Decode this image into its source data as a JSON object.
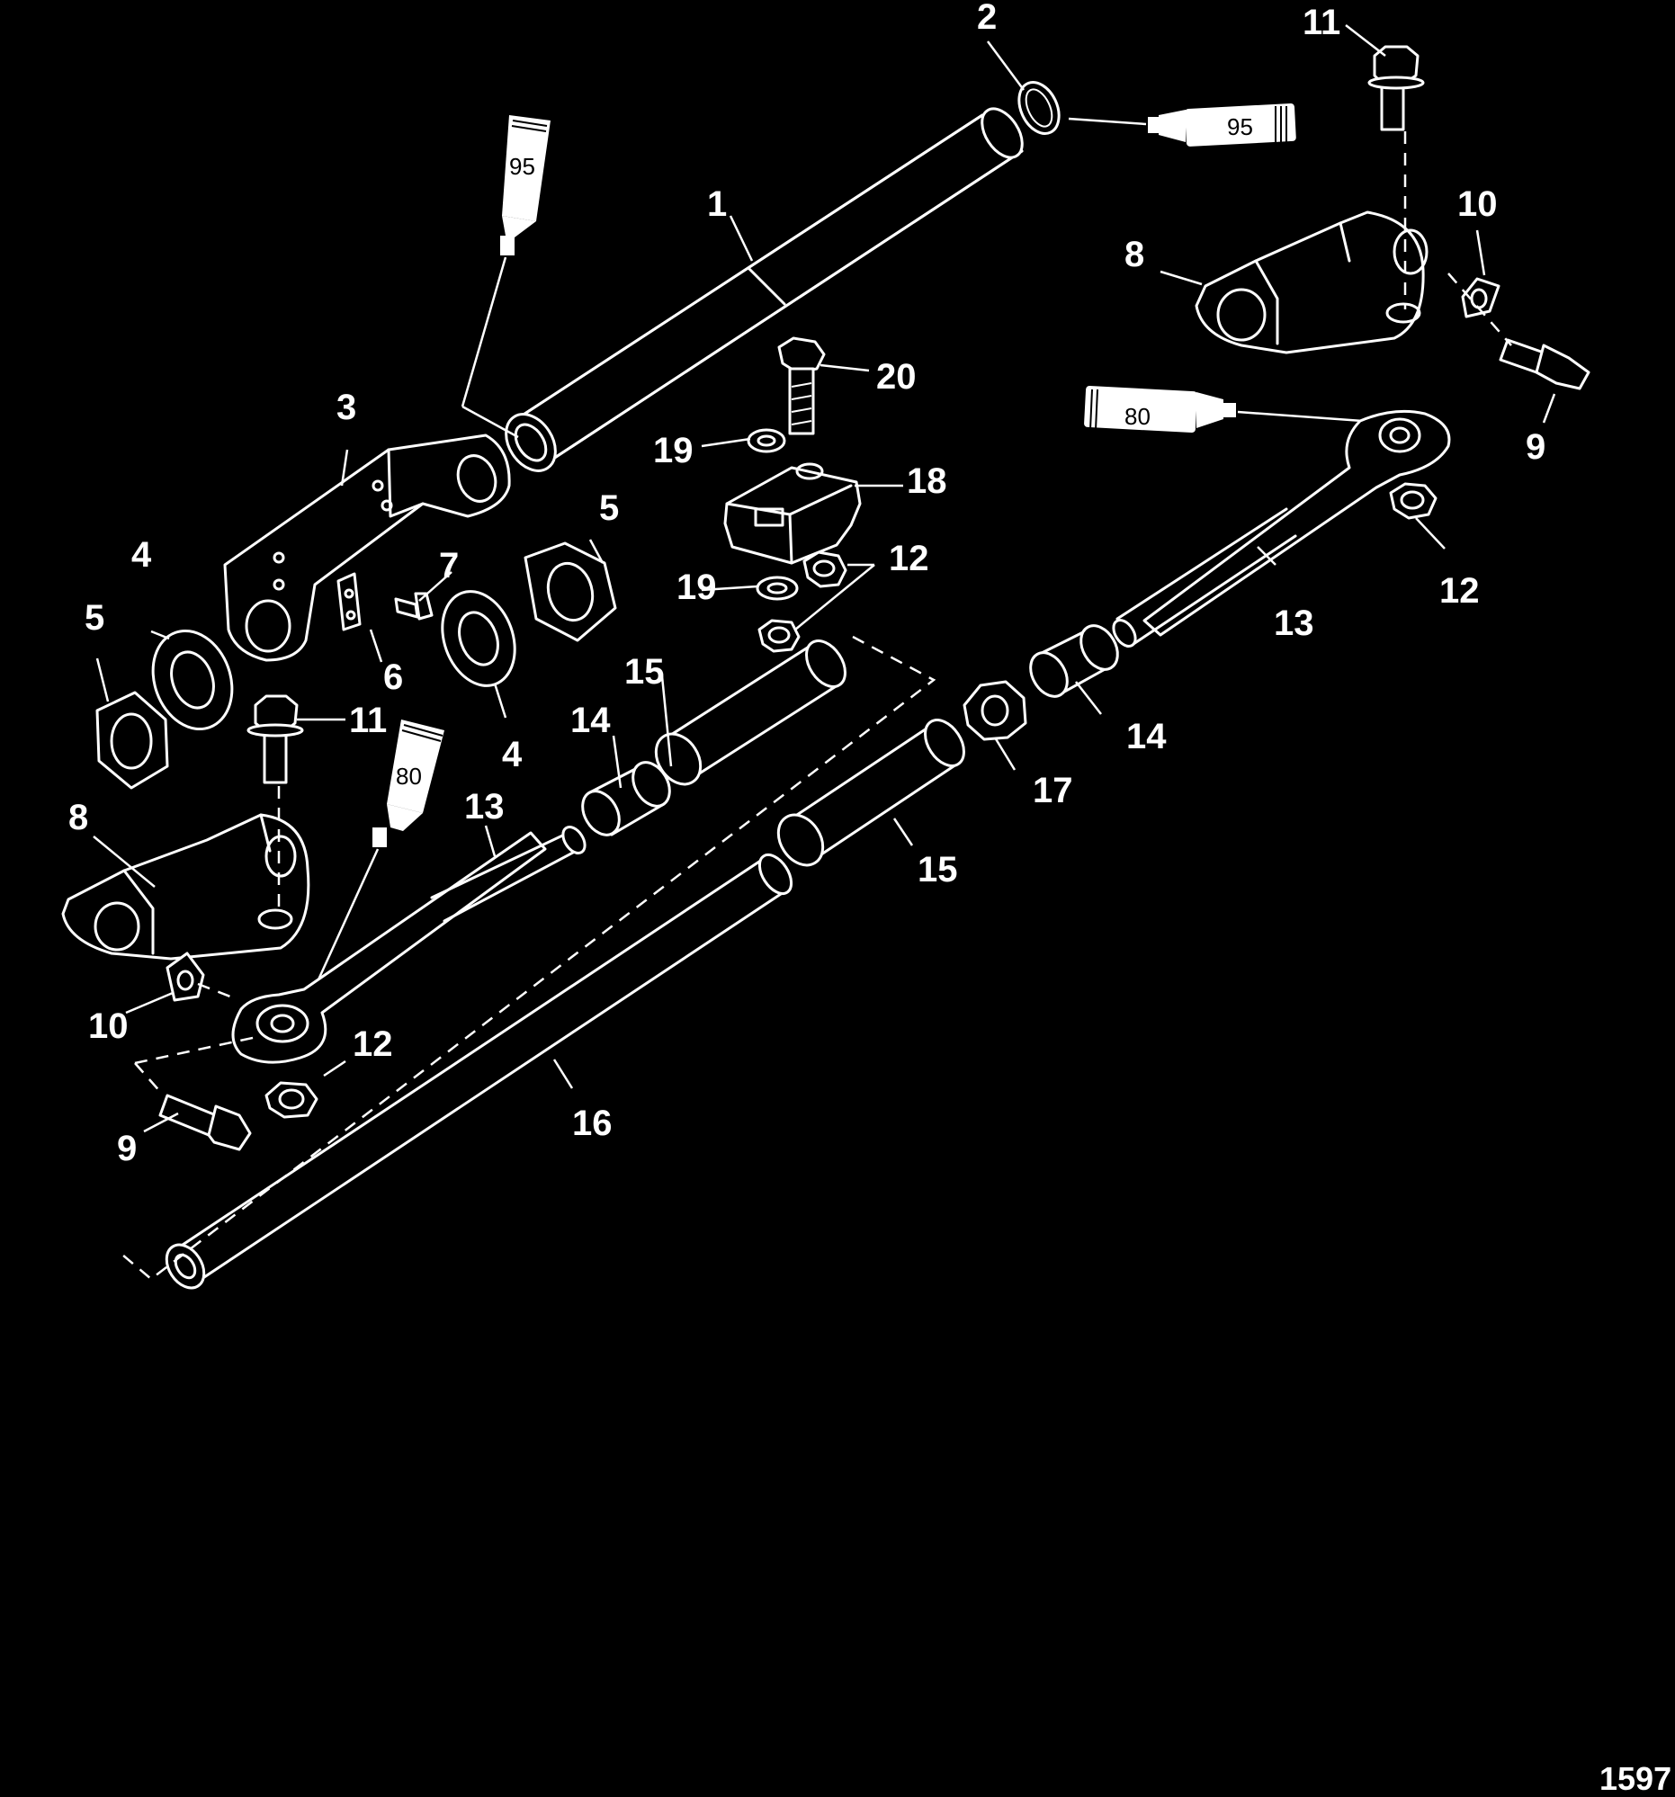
{
  "diagram": {
    "figure_number": "1597",
    "callouts": {
      "c1": "1",
      "c2": "2",
      "c3": "3",
      "c4a": "4",
      "c4b": "4",
      "c5a": "5",
      "c5b": "5",
      "c6": "6",
      "c7": "7",
      "c8a": "8",
      "c8b": "8",
      "c9a": "9",
      "c9b": "9",
      "c10a": "10",
      "c10b": "10",
      "c11a": "11",
      "c11b": "11",
      "c12a": "12",
      "c12b": "12",
      "c12c": "12",
      "c13a": "13",
      "c13b": "13",
      "c14a": "14",
      "c14b": "14",
      "c15a": "15",
      "c15b": "15",
      "c16": "16",
      "c17": "17",
      "c18": "18",
      "c19a": "19",
      "c19b": "19",
      "c20": "20"
    },
    "tubes": {
      "t95a": "95",
      "t95b": "95",
      "t80a": "80",
      "t80b": "80"
    }
  }
}
